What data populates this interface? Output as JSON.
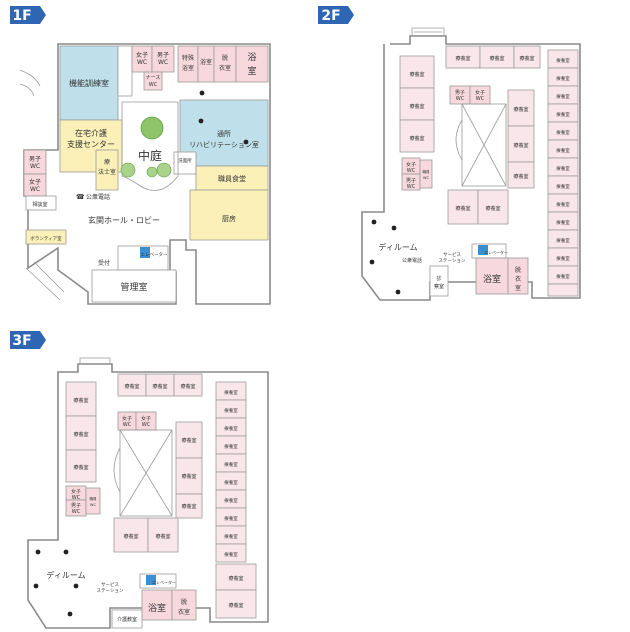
{
  "floors": {
    "f1": {
      "badge": "1F",
      "rooms": {
        "training": "機能訓練室",
        "women_wc": "女子WC",
        "men_wc": "男子WC",
        "nurse_wc": "ナース WC",
        "special_bath": "特殊浴室",
        "bath": "浴室",
        "dressing": "脱衣室",
        "bath_main": "浴室",
        "courtyard": "中庭",
        "home_care": "在宅介護 支援センター",
        "rehab": "通所 リハビリテーション室",
        "washroom": "洗面所",
        "staff_dining": "職員食堂",
        "therapist": "療法士室",
        "men_wc2": "男子WC",
        "women_wc2": "女子WC",
        "consult": "相談室",
        "volunteer": "ボランティア室",
        "phone": "公衆電話",
        "lobby": "玄関ホール・ロビー",
        "kitchen": "厨房",
        "elevator": "エレベーター",
        "reception": "受付",
        "admin": "管理室"
      }
    },
    "f2": {
      "badge": "2F",
      "rooms": {
        "ward": "療養室",
        "men_wc": "男子 WC",
        "women_wc": "女子 WC",
        "women_wc2": "女子 WC",
        "nurse_wc": "職員 WC",
        "dayroom": "ディルーム",
        "phone": "公衆電話",
        "service": "サービス ステーション",
        "elevator": "エレベーター",
        "exam": "診察室",
        "bath": "浴室",
        "dressing": "脱衣室"
      }
    },
    "f3": {
      "badge": "3F",
      "rooms": {
        "ward": "療養室",
        "women_wc": "女子 WC",
        "men_wc": "男子 WC",
        "women_wc2": "女子 WC",
        "men_wc2": "男子 WC",
        "nurse_wc": "職員 WC",
        "dayroom": "ディルーム",
        "service": "サービス ステーション",
        "elevator": "エレベーター",
        "bath": "浴室",
        "dressing": "脱衣室",
        "nursing_class": "介護教室"
      }
    }
  },
  "colors": {
    "badge": "#2f66b4",
    "wc_pink": "#f6d8dd",
    "ward_pink": "#f9e6ea",
    "rehab_blue": "#bfe0ea",
    "support_yellow": "#fbf0b8",
    "elevator_blue": "#3a8fd0"
  },
  "icons": {
    "phone": "telephone-icon",
    "tree": "courtyard-tree-icon"
  }
}
